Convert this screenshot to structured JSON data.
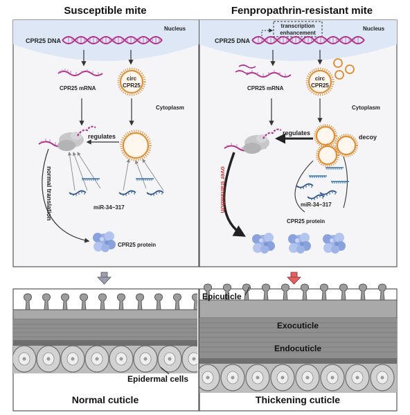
{
  "titles": {
    "left": "Susceptible mite",
    "right": "Fenpropathrin-resistant mite"
  },
  "cell_labels": {
    "nucleus": "Nucleus",
    "cytoplasm": "Cytoplasm",
    "cpr25_dna": "CPR25 DNA",
    "cpr25_mrna": "CPR25 mRNA",
    "circ_line1": "circ",
    "circ_line2": "CPR25",
    "regulates": "regulates",
    "mirna": "miR-34~317",
    "cpr25_protein": "CPR25 protein",
    "normal_translation": "normal translation",
    "over_translation": "over translation",
    "decoy": "decoy",
    "transcription_line1": "transcription",
    "transcription_line2": "enhancement"
  },
  "cuticle_labels": {
    "epicuticle": "Epicuticle",
    "exocuticle": "Exocuticle",
    "endocuticle": "Endocuticle",
    "epidermal_cells": "Epidermal cells",
    "normal_cuticle": "Normal cuticle",
    "thickening_cuticle": "Thickening cuticle"
  },
  "colors": {
    "dna": "#b0308a",
    "circ": "#e08a2c",
    "mirna": "#2f6fb0",
    "protein": "#9fb4e6",
    "over_translation": "#d23a3a",
    "panel_fill": "#f5f5f7",
    "nucleus_fill": "#dde7f6"
  }
}
